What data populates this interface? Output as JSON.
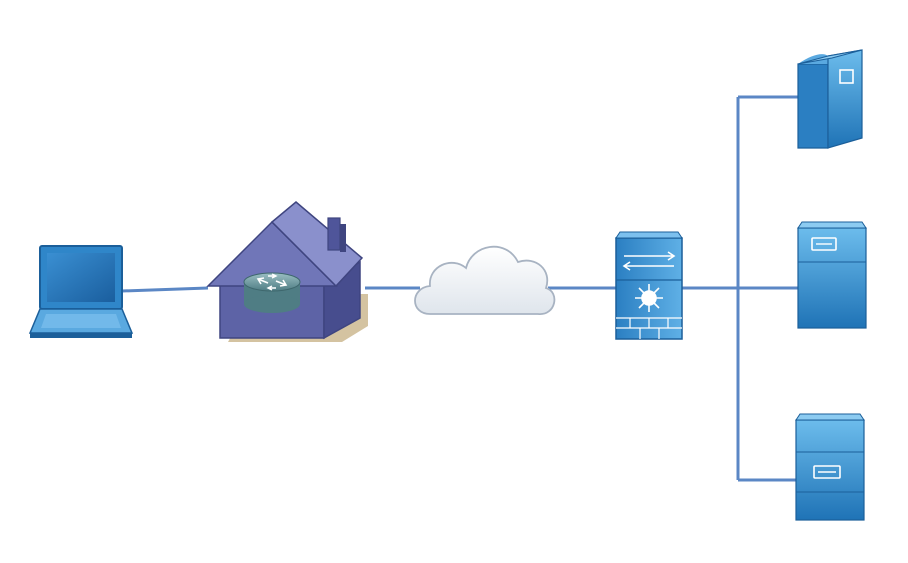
{
  "diagram": {
    "colors": {
      "link": "#5b87c5",
      "device_blue": "#2f86c9",
      "device_blue_light": "#63b3e8",
      "device_blue_dark": "#1b5f9a",
      "house_purple": "#5d63a6",
      "house_purple_light": "#8086c2",
      "house_purple_dark": "#3f4580",
      "router_teal": "#6f9aa0",
      "cloud_fill": "#f4f6f9",
      "cloud_stroke": "#a8b3c2"
    },
    "nodes": [
      {
        "id": "laptop",
        "icon": "laptop-icon"
      },
      {
        "id": "home-router",
        "icon": "home-router-icon"
      },
      {
        "id": "internet",
        "icon": "cloud-icon"
      },
      {
        "id": "firewall-switch",
        "icon": "multilayer-switch-firewall-icon"
      },
      {
        "id": "server-top",
        "icon": "server-tower-icon"
      },
      {
        "id": "server-middle",
        "icon": "server-icon"
      },
      {
        "id": "server-bottom",
        "icon": "server-icon"
      }
    ],
    "links": [
      [
        "laptop",
        "home-router"
      ],
      [
        "home-router",
        "internet"
      ],
      [
        "internet",
        "firewall-switch"
      ],
      [
        "firewall-switch",
        "server-top"
      ],
      [
        "firewall-switch",
        "server-middle"
      ],
      [
        "firewall-switch",
        "server-bottom"
      ]
    ]
  }
}
